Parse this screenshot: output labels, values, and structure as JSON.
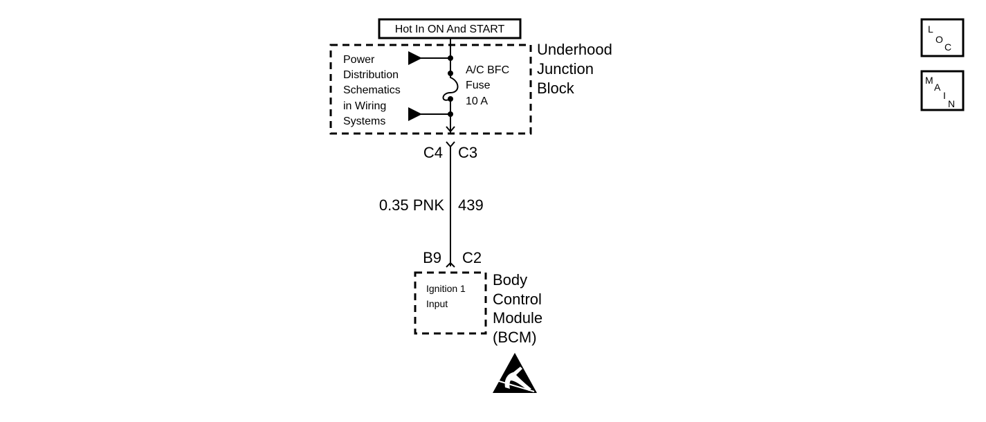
{
  "power_source": {
    "label": "Hot In ON And START"
  },
  "junction_block": {
    "name_lines": [
      "Underhood",
      "Junction",
      "Block"
    ],
    "reference_lines": [
      "Power",
      "Distribution",
      "Schematics",
      "in Wiring",
      "Systems"
    ],
    "fuse_lines": [
      "A/C BFC",
      "Fuse",
      "10 A"
    ]
  },
  "connector_top": {
    "left": "C4",
    "right": "C3"
  },
  "wire": {
    "spec": "0.35 PNK",
    "circuit": "439"
  },
  "connector_bottom": {
    "left": "B9",
    "right": "C2"
  },
  "module": {
    "name_lines": [
      "Body",
      "Control",
      "Module",
      "(BCM)"
    ],
    "input_lines": [
      "Ignition 1",
      "Input"
    ]
  },
  "nav": {
    "loc": [
      "L",
      "O",
      "C"
    ],
    "main": [
      "M",
      "A",
      "I",
      "N"
    ]
  },
  "esd_icon": "esd-warning-icon"
}
